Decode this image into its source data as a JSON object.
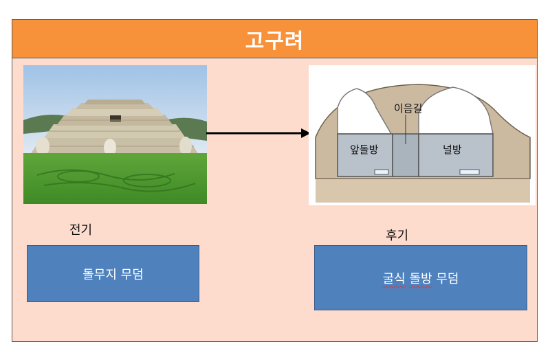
{
  "title": "고구려",
  "early": {
    "label": "전기",
    "box_text": "돌무지 무덤"
  },
  "late": {
    "label": "후기",
    "box_word1": "굴식",
    "box_word2": "돌방",
    "box_word3": "무덤"
  },
  "diagram": {
    "passage_label": "이음길",
    "front_room_label": "앞돌방",
    "main_room_label": "널방"
  },
  "colors": {
    "title_bar": "#f7923a",
    "background": "#fddccd",
    "box_fill": "#4f81bd"
  }
}
